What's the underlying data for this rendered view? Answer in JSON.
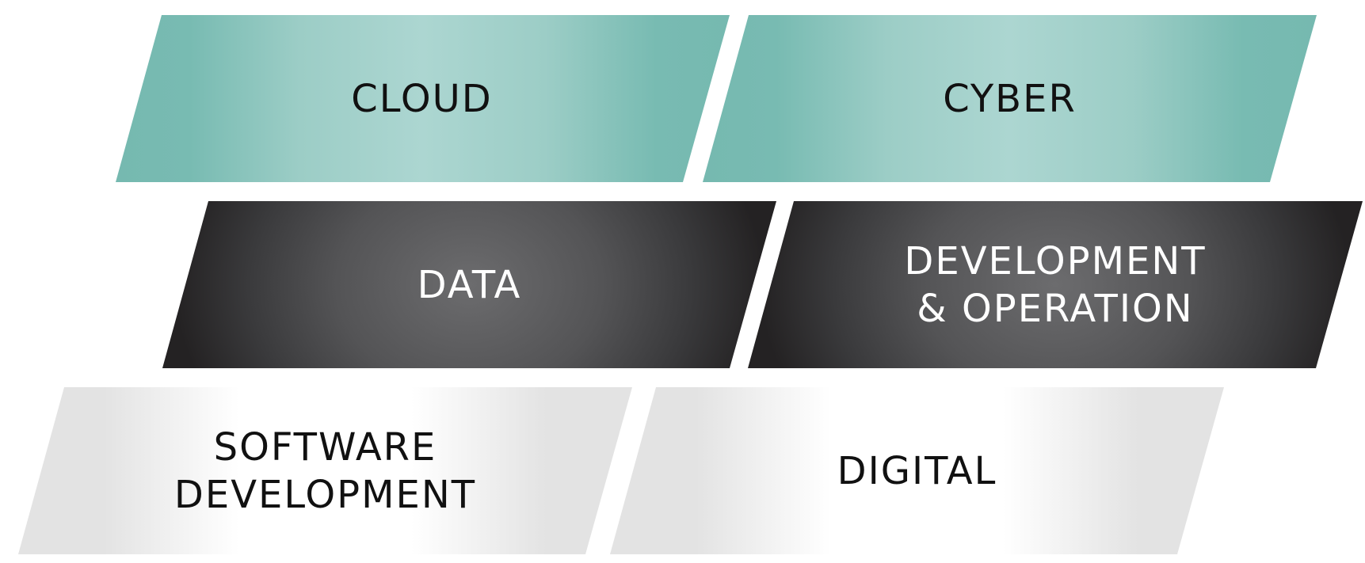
{
  "rows": [
    {
      "tiles": [
        {
          "label": "CLOUD"
        },
        {
          "label": "CYBER"
        }
      ]
    },
    {
      "tiles": [
        {
          "label": "DATA"
        },
        {
          "label": "DEVELOPMENT\n& OPERATION"
        }
      ]
    },
    {
      "tiles": [
        {
          "label": "SOFTWARE\nDEVELOPMENT"
        },
        {
          "label": "DIGITAL"
        }
      ]
    }
  ],
  "colors": {
    "teal": "#76b9b0",
    "teal_light": "#acd6d1",
    "dark": "#242223",
    "dark_light": "#6c6c6e",
    "light": "#e3e3e3",
    "light_center": "#ffffff"
  }
}
